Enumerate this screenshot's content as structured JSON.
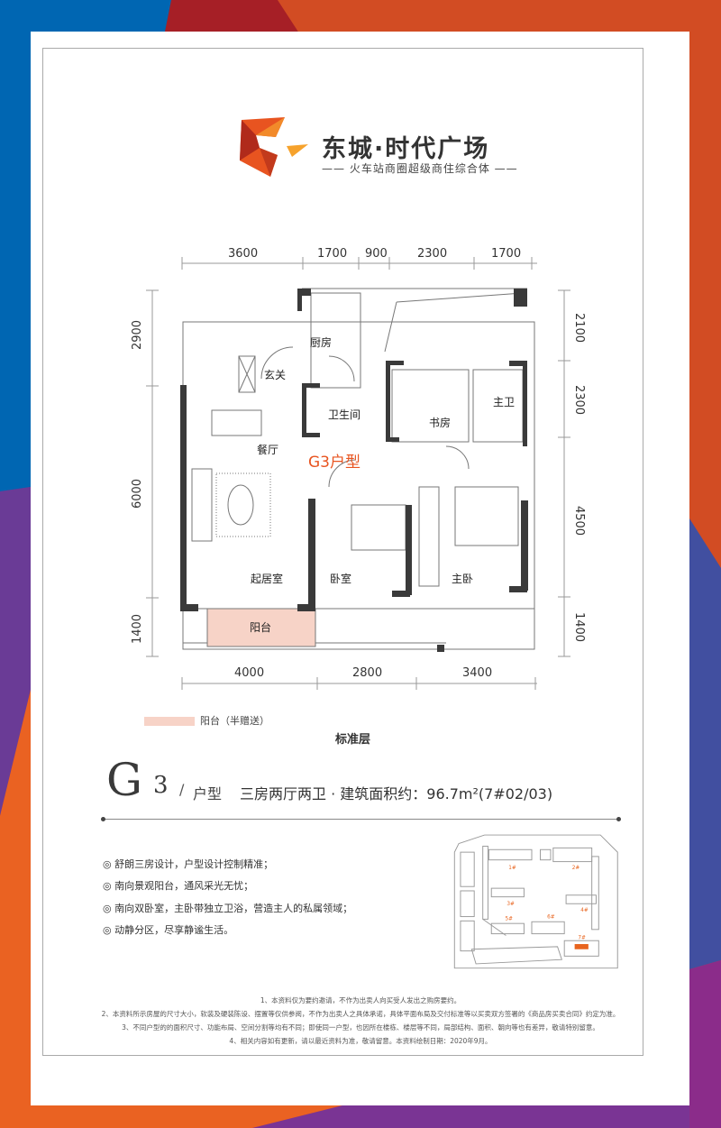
{
  "brand": {
    "title": "东城·时代广场",
    "subtitle": "—— 火车站商圈超级商住综合体 ——",
    "colors": {
      "orange": "#e85420",
      "red": "#a61f26",
      "blue": "#0066b2",
      "purple": "#6a3b96",
      "violet": "#8b2c8a",
      "indigo": "#414fa0",
      "orange_bottom": "#ea6222"
    }
  },
  "plan": {
    "title": "G3户型",
    "top_dims": [
      "3600",
      "1700",
      "900",
      "2300",
      "1700"
    ],
    "bottom_dims": [
      "4000",
      "2800",
      "3400"
    ],
    "left_dims": [
      "2900",
      "6000",
      "1400"
    ],
    "right_dims": [
      "2100",
      "2300",
      "4500",
      "1400"
    ],
    "rooms": {
      "kitchen": "厨房",
      "entry": "玄关",
      "bath": "卫生间",
      "study": "书房",
      "master_bath": "主卫",
      "dining": "餐厅",
      "living": "起居室",
      "bedroom": "卧室",
      "master_bedroom": "主卧",
      "balcony": "阳台"
    }
  },
  "legend": {
    "label": "阳台（半赠送）",
    "color": "#f7d3c7"
  },
  "floor_label": "标准层",
  "unit": {
    "letter": "G",
    "number": "3",
    "slash": "/",
    "type_label": "户型",
    "description": "三房两厅两卫 · 建筑面积约：96.7m²(7#02/03)"
  },
  "features": [
    "◎ 舒朗三房设计，户型设计控制精准；",
    "◎ 南向景观阳台，通风采光无忧；",
    "◎ 南向双卧室，主卧带独立卫浴，营造主人的私属领域；",
    "◎ 动静分区，尽享静谧生活。"
  ],
  "site_map": {
    "buildings": [
      "1#",
      "2#",
      "3#",
      "4#",
      "5#",
      "6#",
      "7#"
    ],
    "highlight": "7#",
    "highlight_color": "#e8641e"
  },
  "notes": [
    "1、本资料仅为要约邀请，不作为出卖人向买受人发出之购房要约。",
    "2、本资料所示房屋的尺寸大小，软装及硬装陈设、摆置等仅供参阅，不作为出卖人之具体承诺，具体平面布局及交付标准等以买卖双方签署的《商品房买卖合同》约定为准。",
    "3、不同户型的的面积尺寸、功能布局、空间分割等均有不同；即使同一户型，也因所在楼栋、楼层等不同，局部结构、面积、朝向等也有差异，敬请特别留意。",
    "4、相关内容如有更新，请以最近资料为准，敬请留意。本资料绘制日期：2020年9月。"
  ]
}
